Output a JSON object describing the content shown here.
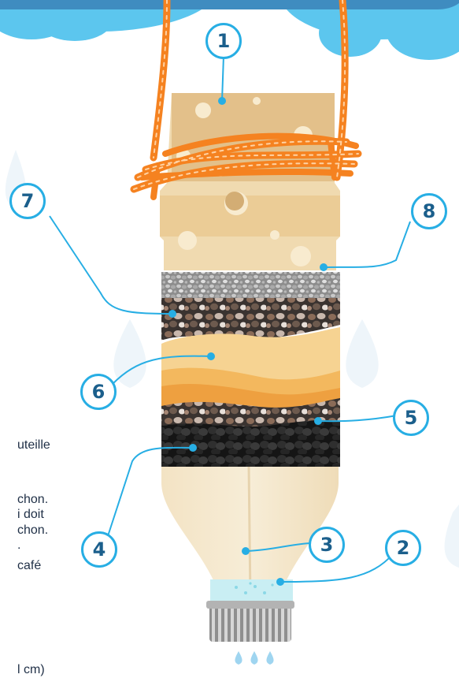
{
  "labels": [
    "1",
    "2",
    "3",
    "4",
    "5",
    "6",
    "7",
    "8"
  ],
  "text_fragments": [
    "uteille",
    "chon.",
    "i doit",
    "chon.",
    ".",
    "café",
    "l cm)"
  ],
  "colors": {
    "cloud": "#5cc6ee",
    "header_bar": "#3f8cc0",
    "badge_border": "#27aee4",
    "badge_text": "#1b5f8c",
    "bottle": "#f4e7cc",
    "sponge": "#e6c48d",
    "rope": "#f58220",
    "sand": "#f6d392",
    "charcoal": "#2a2a2a",
    "cap": "#9e9e9e",
    "drop": "#cfe8f6"
  }
}
